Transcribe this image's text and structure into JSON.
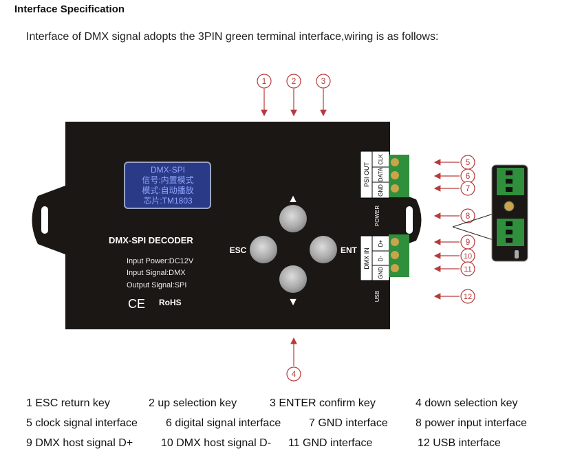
{
  "heading": "Interface Specification",
  "intro": "Interface of DMX signal adopts the 3PIN green terminal interface,wiring is as follows:",
  "device": {
    "lcd_lines": [
      "DMX-SPI",
      "信号:内置模式",
      "模式:自动播放",
      "芯片:TM1803"
    ],
    "title": "DMX-SPI DECODER",
    "specs": [
      "Input Power:DC12V",
      "Input Signal:DMX",
      "Output Signal:SPI"
    ],
    "ce": "CE",
    "rohs": "RoHS",
    "esc_label": "ESC",
    "ent_label": "ENT",
    "up_glyph": "▲",
    "down_glyph": "▼",
    "psi_out": "PSI OUT",
    "clk": "CLK",
    "data": "DATA",
    "gnd": "GND",
    "power": "POWER",
    "dmx_in": "DMX IN",
    "dplus": "D+",
    "dminus": "D-",
    "gnd2": "GND",
    "usb": "USB"
  },
  "callouts": [
    "1",
    "2",
    "3",
    "4",
    "5",
    "6",
    "7",
    "8",
    "9",
    "10",
    "11",
    "12"
  ],
  "legend": [
    [
      "1 ESC return key",
      "2 up selection key",
      "3 ENTER confirm key",
      "4 down selection key"
    ],
    [
      "5 clock signal interface",
      "6 digital signal interface",
      "7 GND interface",
      "8 power input interface"
    ],
    [
      "9 DMX host signal D+",
      "10 DMX host signal D-",
      "11 GND interface",
      "12 USB interface"
    ]
  ],
  "colors": {
    "device_body": "#1a1715",
    "lcd_bg": "#2b3a86",
    "lcd_text": "#8ea6ff",
    "terminal_green": "#2f8f3d",
    "callout_red": "#b83a3a"
  }
}
